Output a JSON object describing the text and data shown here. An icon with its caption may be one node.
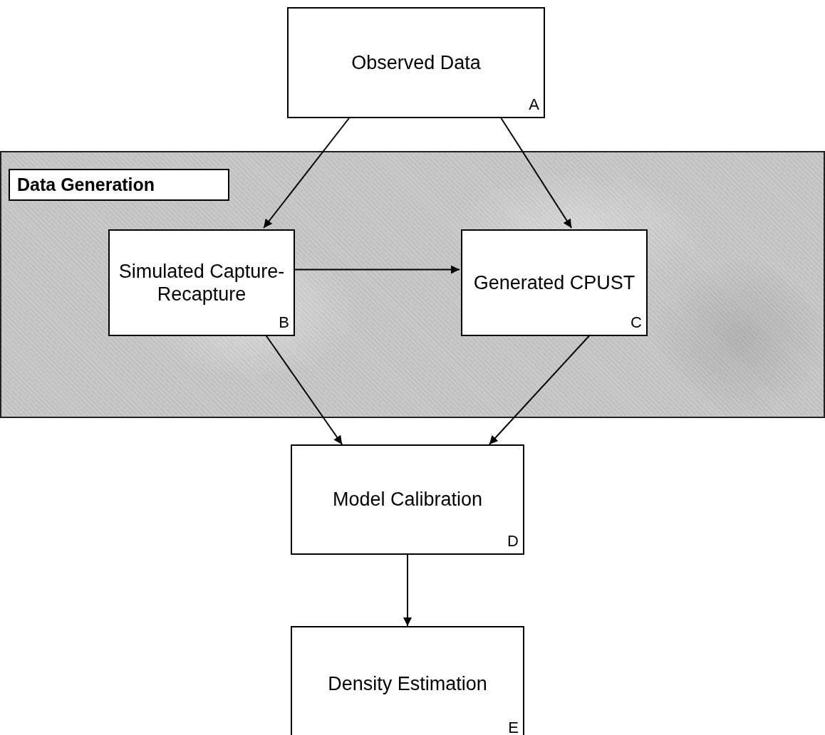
{
  "diagram": {
    "nodes": [
      {
        "text": [
          "Observed Data",
          "A"
        ]
      },
      {
        "text": [
          "Data Generation"
        ]
      },
      {
        "text": [
          "Simulated Capture-Recapture",
          "B"
        ],
        "in": 1
      },
      {
        "text": [
          "Generated CPUST",
          "C"
        ],
        "in": 1
      },
      {
        "text": [
          "Model Calibration",
          "D"
        ]
      },
      {
        "text": [
          "Density Estimation",
          "E"
        ]
      }
    ],
    "edges": [
      {
        "from": 0,
        "to": 2,
        "arrow": "to"
      },
      {
        "from": 0,
        "to": 3,
        "arrow": "to"
      },
      {
        "from": 2,
        "to": 3,
        "arrow": "to"
      },
      {
        "from": 2,
        "to": 4,
        "arrow": "to"
      },
      {
        "from": 3,
        "to": 4,
        "arrow": "to"
      },
      {
        "from": 4,
        "to": 5,
        "arrow": "to"
      }
    ]
  }
}
